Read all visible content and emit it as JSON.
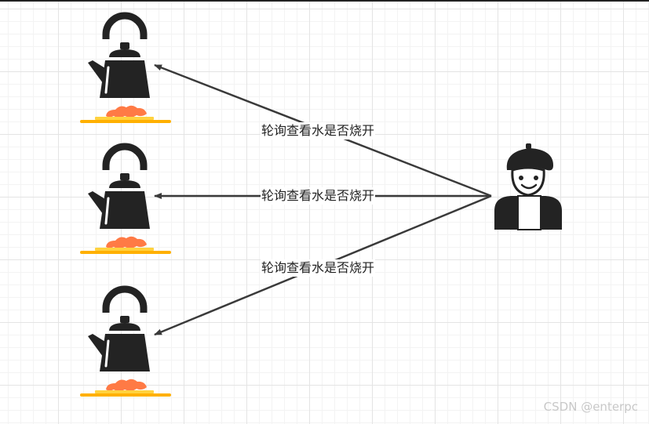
{
  "diagram": {
    "edges": [
      {
        "label": "轮询查看水是否烧开"
      },
      {
        "label": "轮询查看水是否烧开"
      },
      {
        "label": "轮询查看水是否烧开"
      }
    ],
    "nodes": {
      "kettles": [
        "kettle-icon",
        "kettle-icon",
        "kettle-icon"
      ],
      "person": "person-icon"
    },
    "colors": {
      "ink": "#232323",
      "arrow": "#3a3a3a",
      "flame": "#ff7a45",
      "burner": "#ffb400"
    }
  },
  "watermark": "CSDN @enterpc"
}
